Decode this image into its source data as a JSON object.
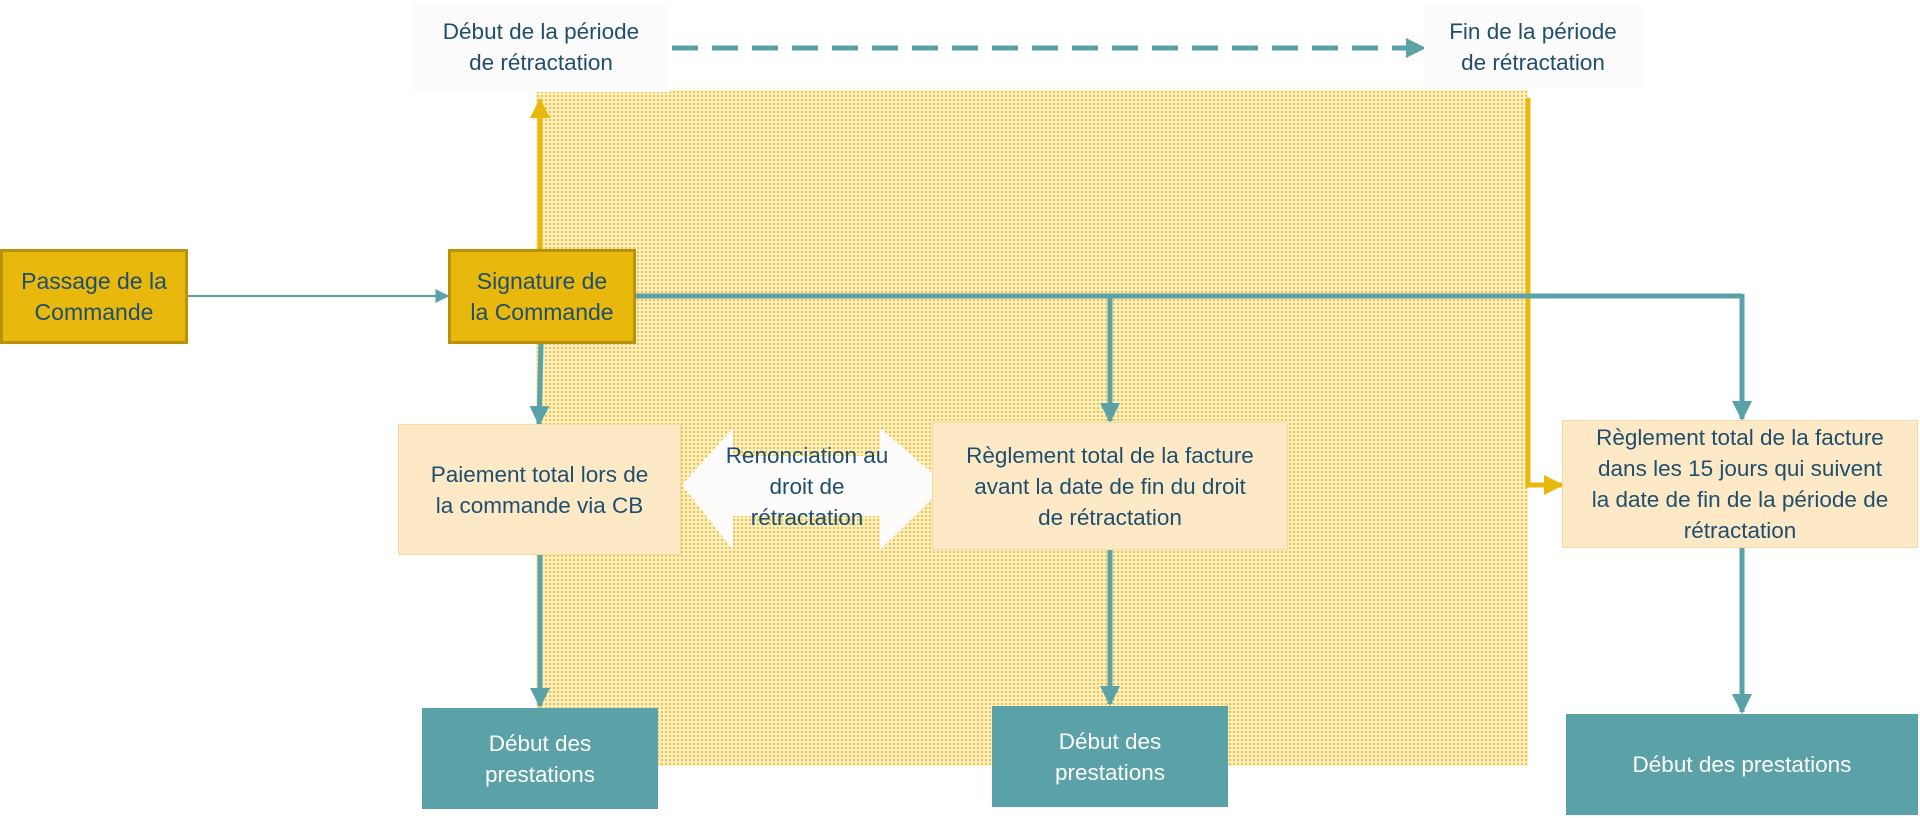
{
  "labels": {
    "period_start": "Début de la période\nde rétractation",
    "period_end": "Fin de la période\nde rétractation"
  },
  "boxes": {
    "passage": "Passage de la\nCommande",
    "signature": "Signature de\nla Commande",
    "paiement_cb": "Paiement total lors de\nla commande via CB",
    "renonciation": "Renonciation au\ndroit  de\nrétractation",
    "reglement_avant": "Règlement total de la facture\navant la date de fin du droit\nde rétractation",
    "reglement_15j": "Règlement total de la facture\ndans les 15 jours qui suivent\nla date de fin de la période de\nrétractation",
    "debut_1": "Début des\nprestations",
    "debut_2": "Début des\nprestations",
    "debut_3": "Début des prestations"
  },
  "colors": {
    "gold": "#e8b80c",
    "teal": "#5aa2a8",
    "cream": "#fde9c5",
    "text_dark": "#1f4e6e"
  }
}
